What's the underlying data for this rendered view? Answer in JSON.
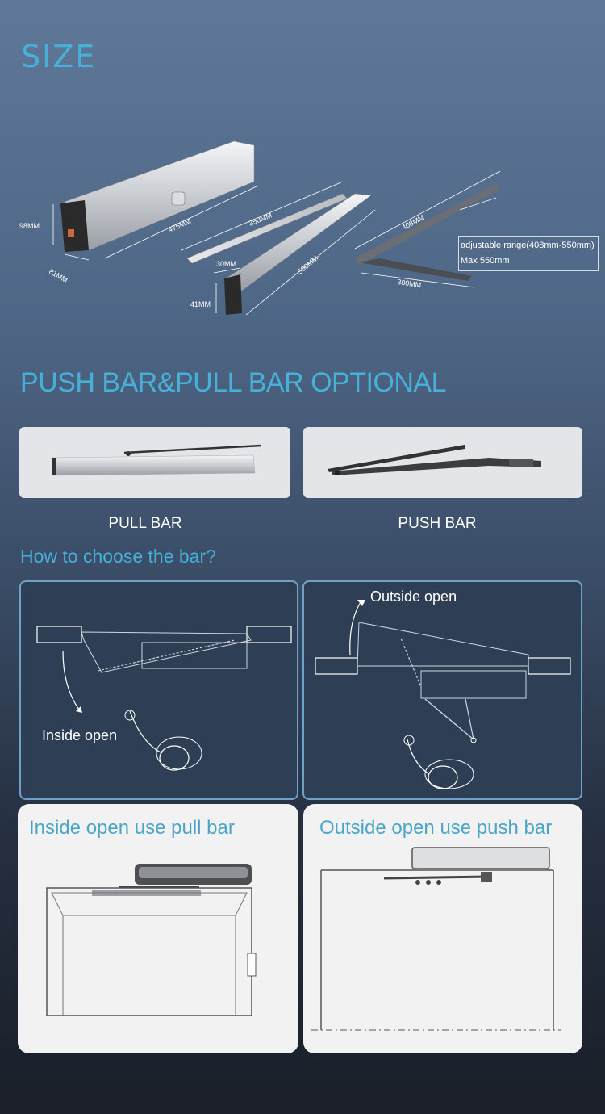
{
  "size_section": {
    "title": "SIZE",
    "dims": {
      "height_98": "98MM",
      "depth_81": "81MM",
      "length_475": "475MM",
      "arm_350": "350MM",
      "arm_30": "30MM",
      "arm_41": "41MM",
      "arm_500": "500MM",
      "arm_408": "408MM",
      "arm_300": "300MM"
    },
    "adjustable_line1": "adjustable range(408mm-550mm)",
    "adjustable_line2": "Max 550mm"
  },
  "optional_section": {
    "title": "PUSH BAR&PULL BAR OPTIONAL",
    "pull_label": "PULL BAR",
    "push_label": "PUSH BAR"
  },
  "choose_section": {
    "title": "How to choose the bar?",
    "inside_open": "Inside open",
    "outside_open": "Outside open"
  },
  "usage_section": {
    "inside_title": "Inside open use pull bar",
    "outside_title": "Outside open  use push bar"
  },
  "colors": {
    "accent": "#46b0d8",
    "card_border": "#6ea0c8"
  }
}
